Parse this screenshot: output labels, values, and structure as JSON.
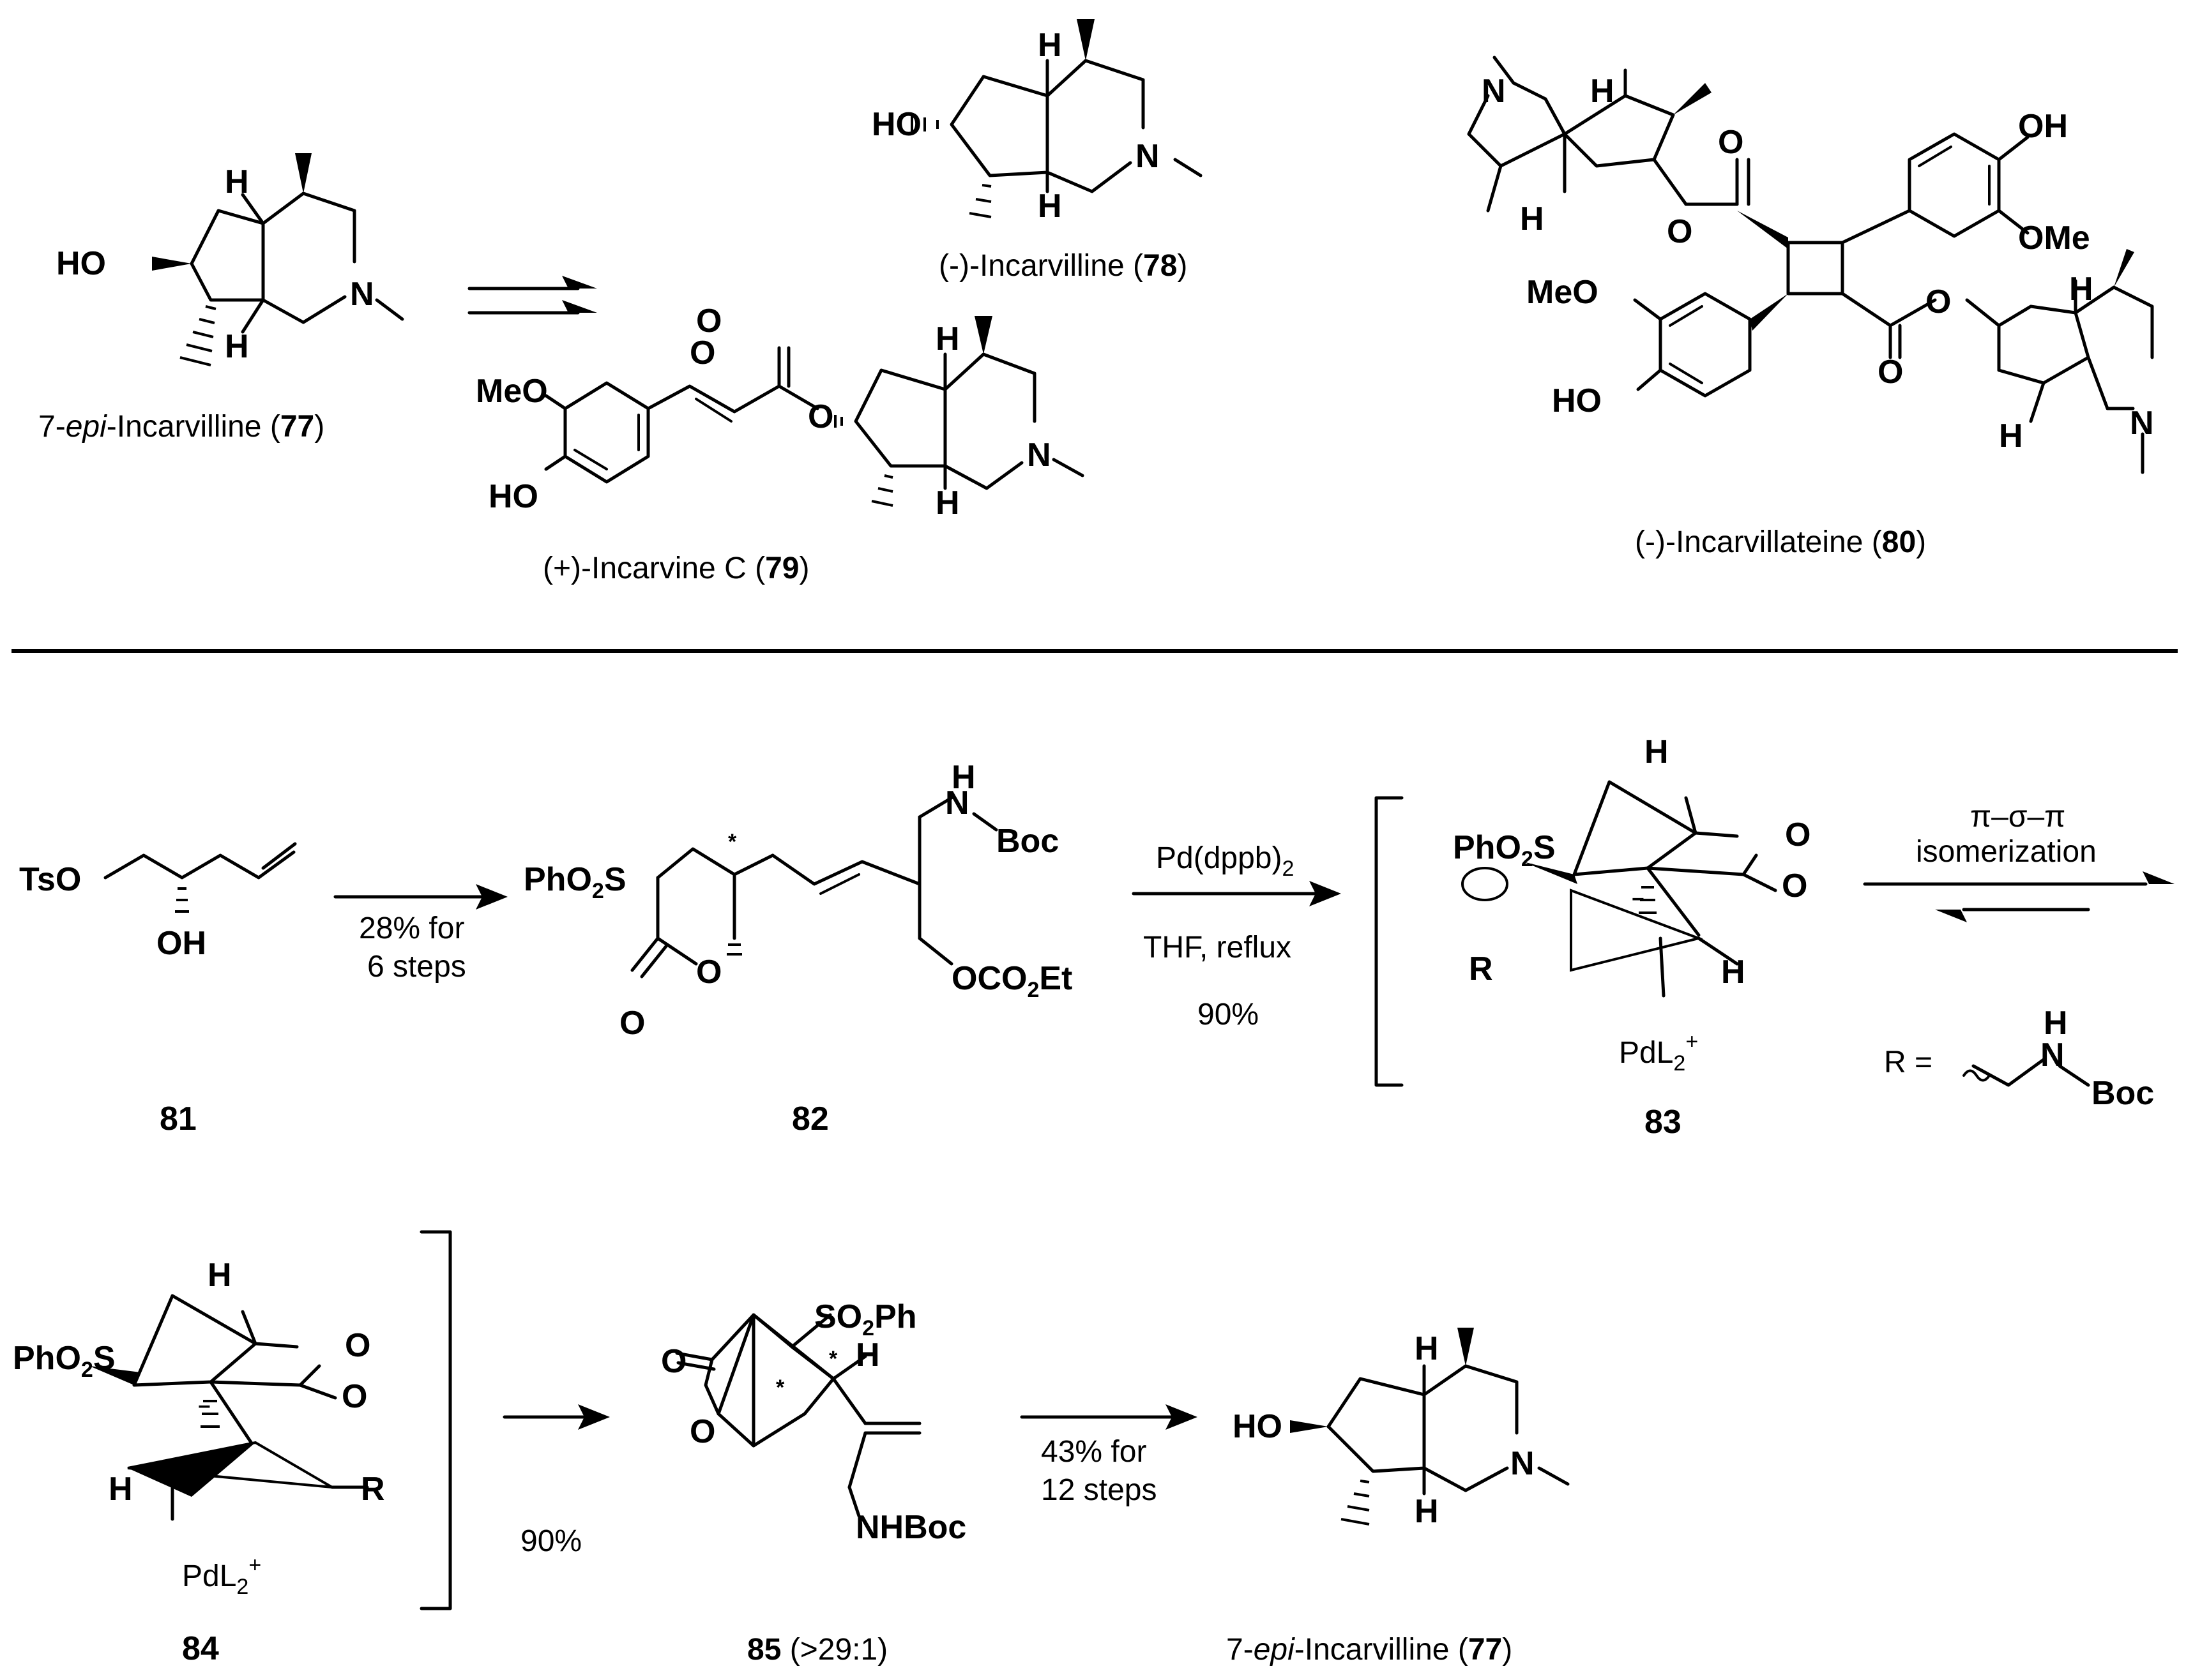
{
  "compounds": {
    "c77_top": {
      "name_pre": "7-",
      "name_it": "epi",
      "name_post": "-Incarvilline (",
      "num": "77",
      "close": ")"
    },
    "c78": {
      "name_pre": "(-)-Incarvilline (",
      "num": "78",
      "close": ")"
    },
    "c79": {
      "name_pre": "(+)-Incarvine C (",
      "num": "79",
      "close": ")"
    },
    "c80": {
      "name_pre": "(-)-Incarvillateine (",
      "num": "80",
      "close": ")"
    },
    "c81": {
      "num": "81"
    },
    "c82": {
      "num": "82"
    },
    "c83": {
      "num": "83"
    },
    "c84": {
      "num": "84"
    },
    "c85": {
      "num": "85",
      "suffix": " (>29:1)"
    },
    "c77_bot": {
      "name_pre": "7-",
      "name_it": "epi",
      "name_post": "-Incarvilline (",
      "num": "77",
      "close": ")"
    }
  },
  "conditions": {
    "step1": {
      "line1": "28% for",
      "line2": "6 steps"
    },
    "step2": {
      "line1": "Pd(dppb)",
      "line1_sub": "2",
      "line2": "THF, reflux",
      "line3": "90%"
    },
    "step3": {
      "line1": "π–σ–π",
      "line2": "isomerization"
    },
    "step4": {
      "line1": "90%"
    },
    "step5": {
      "line1": "43% for",
      "line2": "12 steps"
    }
  },
  "atoms": {
    "HO": "HO",
    "H": "H",
    "N": "N",
    "O": "O",
    "MeO": "MeO",
    "OMe": "OMe",
    "OH": "OH",
    "TsO": "TsO",
    "PhO2S": "PhO",
    "sub2": "2",
    "S": "S",
    "Boc": "Boc",
    "NHBoc": "NHBoc",
    "OCO2Et_a": "OCO",
    "OCO2Et_b": "Et",
    "R": "R",
    "R_eq": "R =",
    "PdL2": "PdL",
    "plus": "+",
    "SO2Ph_a": "SO",
    "SO2Ph_b": "Ph",
    "star": "*",
    "minus": "−"
  }
}
